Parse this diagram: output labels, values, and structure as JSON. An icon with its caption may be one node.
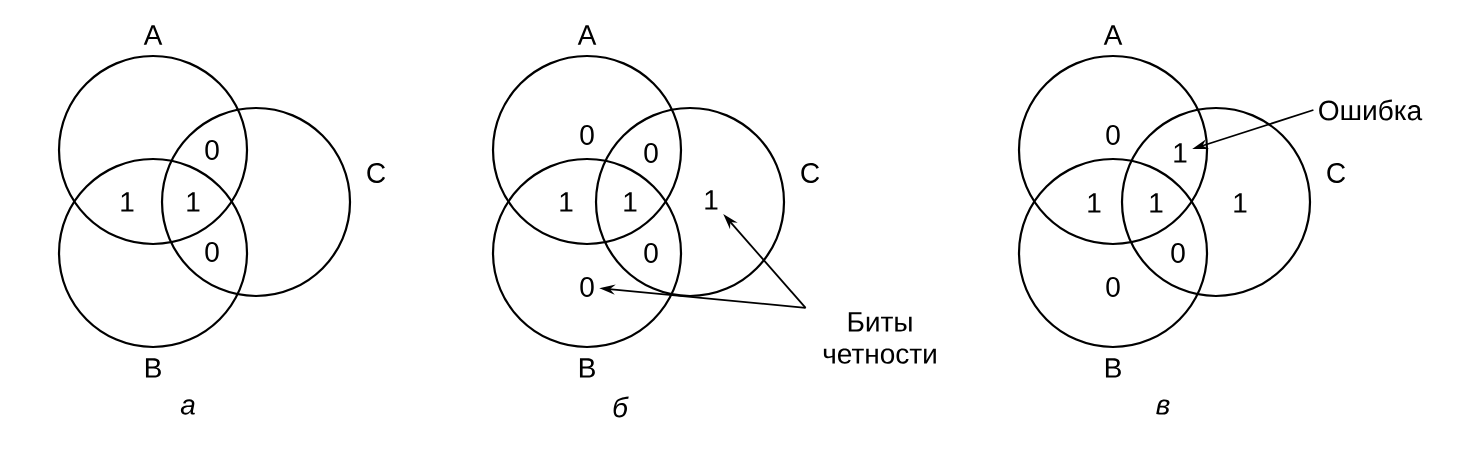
{
  "diagram": {
    "nodes": [
      {
        "text": [
          "A"
        ]
      },
      {
        "text": [
          "B"
        ]
      },
      {
        "text": [
          "C"
        ]
      },
      {
        "text": [
          "A"
        ]
      },
      {
        "text": [
          "B"
        ]
      },
      {
        "text": [
          "C"
        ]
      },
      {
        "text": [
          "0"
        ],
        "in": 4
      },
      {
        "text": [
          "1"
        ],
        "in": 5
      },
      {
        "text": [
          "Биты четности"
        ]
      },
      {
        "text": [
          "A"
        ]
      },
      {
        "text": [
          "B"
        ]
      },
      {
        "text": [
          "C"
        ]
      },
      {
        "text": [
          "1"
        ]
      },
      {
        "text": [
          "Ошибка"
        ]
      }
    ],
    "edges": [
      {
        "from": 8,
        "to": 6,
        "arrow": "to"
      },
      {
        "from": 8,
        "to": 7,
        "arrow": "to"
      },
      {
        "from": 13,
        "to": 12,
        "arrow": "to"
      }
    ],
    "labels": [
      "0",
      "1",
      "1",
      "0",
      "0",
      "0",
      "1",
      "1",
      "0",
      "0",
      "1",
      "1",
      "1",
      "0",
      "0",
      "а",
      "б",
      "в"
    ]
  }
}
